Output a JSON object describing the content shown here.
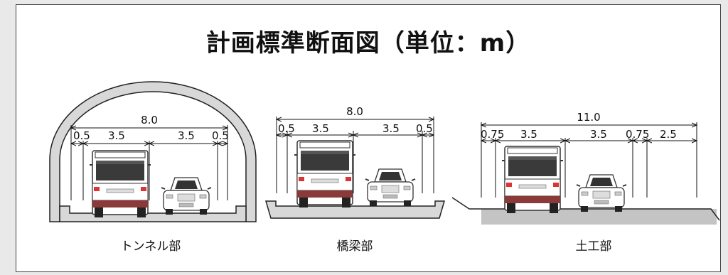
{
  "title": "計画標準断面図（単位：m）",
  "sections": {
    "tunnel": {
      "caption": "トンネル部",
      "total": "8.0",
      "segments": [
        "0.5",
        "3.5",
        "3.5",
        "0.5"
      ]
    },
    "bridge": {
      "caption": "橋梁部",
      "total": "8.0",
      "segments": [
        "0.5",
        "3.5",
        "3.5",
        "0.5"
      ]
    },
    "earthwork": {
      "caption": "土工部",
      "total": "11.0",
      "segments": [
        "0.75",
        "3.5",
        "3.5",
        "0.75",
        "2.5"
      ]
    }
  }
}
